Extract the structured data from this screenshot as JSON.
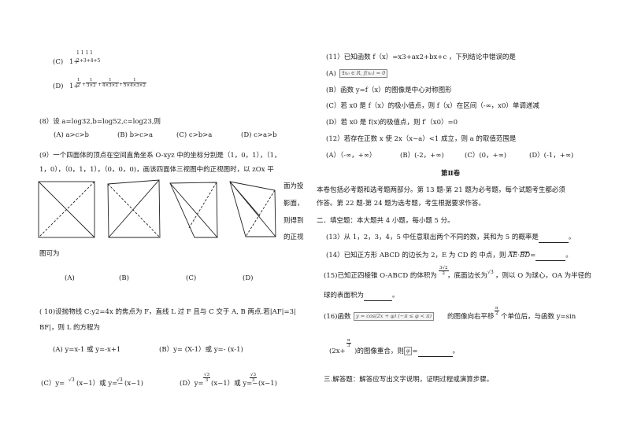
{
  "left": {
    "q7": {
      "c_label": "(C)",
      "c_prefix": "1+",
      "c_top": "1  1  1  1",
      "c_bottom": "2+3+4+5",
      "d_label": "(D)",
      "d_prefix": "1+",
      "d_fracs": [
        {
          "num": "1",
          "den": "2"
        },
        {
          "num": "1",
          "den": "3×2"
        },
        {
          "num": "1",
          "den": "4×3×2"
        },
        {
          "num": "1",
          "den": "5×4×3×2"
        }
      ],
      "d_ops": [
        "+",
        "+",
        "+"
      ]
    },
    "q8": {
      "stem": "(8）设 a=log32,b=log52,c=log23,则",
      "options": [
        "(A)  a>c>b",
        "(B)  b>c>a",
        "(C)  c>b>a",
        "(D)  c>a>b"
      ]
    },
    "q9": {
      "line1": "(9）一个四面体的顶点在空间直角坐系 O-xyz 中的坐标分别是（1，0，1），（1，",
      "line2": "1，0），（0，1，1），（0，0，0)，画该四面体三视图中的正视图时，以 zOx 平",
      "side": [
        "面为投",
        "影面，",
        "则得到",
        "的正视"
      ],
      "tail": "图可为",
      "labels": [
        "(A)",
        "(B)",
        "(C)",
        "(D)"
      ]
    },
    "q10": {
      "line1": "( 10)设抛物线 C:y2=4x 的焦点为 F，直线 L 过 F 且与 C 交于 A, B 两点.若|AF|=3|",
      "line2": "BF|，则 L 的方程为",
      "optA": "(A)    y=x-1 或 y=-x+1",
      "optB": "(B）y=  (X-1）或 y=-  (x-1)",
      "optC_pre": "(C）y=",
      "optC_mid": "(x−1）或 y=−",
      "optC_end": "(x−1)",
      "optD_pre": "(D）y=",
      "optD_mid": "(x−1）或 y=−",
      "optD_end": "(x−1)",
      "sqrt3": "√3",
      "sqrt3_over_3": {
        "num": "√3",
        "den": "3"
      }
    }
  },
  "right": {
    "q11": {
      "stem": "(11）已知函数 f（x）=x3+ax2+bx+c ，下列结论中错误的是",
      "optA_label": "(A)",
      "optA_formula": "∃x₀ ∈ R, f(x₀) = 0",
      "optB": "(B）函数 y=f（x）的图像是中心对称图形",
      "optC": "(C）若 x0 是 f（x）的极小值点，则 f（x）在区间（-∞，x0）单调递减",
      "optD": "(D）若 x0 是 f(x)的极值点，则 f′（x0）=0"
    },
    "q12": {
      "stem": "(12）若存在正数 x 使 2x（x−a）<1 成立，则 a 的取值范围是",
      "options": [
        "(A）（-∞，+∞）",
        "(B）(-2，+∞)",
        "(C）(0，+∞)",
        "(D）(-1，+∞)"
      ]
    },
    "section2": {
      "title": "第Ⅱ卷",
      "para1": "本卷包括必考题和选考题两部分。第 13 题-第 21 题为必考题，每个试题考生都必须",
      "para2": "作答。第 22 题-第 24 题为选考题，考生根据要求作答。",
      "fill_title": "二．填空题：本大题共 4 小题，每小题 5 分。"
    },
    "q13": {
      "text": "(13）从 1，2，3，4，5 中任意取出两个不同的数，其和为 5 的概率是",
      "end": "。"
    },
    "q14": {
      "text": "(14）已知正方形 ABCD 的边长为 2，E 为 CD 的  中点，则",
      "vec1": "AE",
      "dot": "·",
      "vec2": "BD",
      "eq": "=",
      "end": "。"
    },
    "q15": {
      "pre": "(15)已知正四棱锥 O-ABCD 的体积为",
      "vol": {
        "num": "3√2",
        "den": "2"
      },
      "mid": "，底面边长为",
      "edge": "√3",
      "post": "，则以 O 为球心，OA 为半径的",
      "line2": "球的表面积为",
      "end": "。"
    },
    "q16": {
      "pre": "(16)函数",
      "formula": "y = cos(2x + φ)  (−π ≤ φ < π)",
      "mid": "的图像向右平移",
      "shift": {
        "num": "π",
        "den": "2"
      },
      "post": "个单位后，与函数 y=sin",
      "line2_pre": "(2x+",
      "line2_frac": {
        "num": "π",
        "den": "3"
      },
      "line2_post": ")的图像重合，则",
      "phi": "φ",
      "eq": "=",
      "end": "。"
    },
    "section3": {
      "title": "三.解答题：解答应写出文字说明，证明过程或演算步骤。"
    }
  }
}
